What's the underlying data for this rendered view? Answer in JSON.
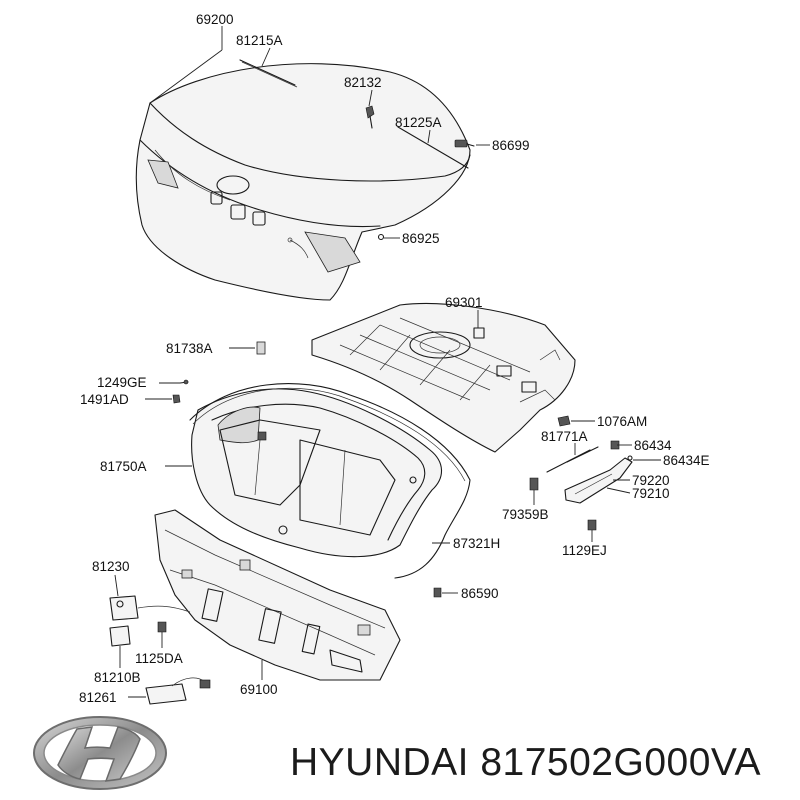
{
  "diagram": {
    "part_labels": {
      "p69200": "69200",
      "p81215A": "81215A",
      "p82132": "82132",
      "p81225A": "81225A",
      "p86699": "86699",
      "p86925": "86925",
      "p69301": "69301",
      "p81738A": "81738A",
      "p1249GE": "1249GE",
      "p1491AD": "1491AD",
      "p1076AM": "1076AM",
      "p81771A": "81771A",
      "p86434": "86434",
      "p86434E": "86434E",
      "p79220": "79220",
      "p79210": "79210",
      "p81750A": "81750A",
      "p79359B": "79359B",
      "p87321H": "87321H",
      "p1129EJ": "1129EJ",
      "p81230": "81230",
      "p86590": "86590",
      "p1125DA": "1125DA",
      "p81210B": "81210B",
      "p69100": "69100",
      "p81261": "81261"
    }
  },
  "footer": {
    "title": "HYUNDAI 817502G000VA",
    "logo_icon": "hyundai-logo-icon"
  },
  "colors": {
    "line": "#1a1a1a",
    "panel_fill": "#f4f4f4",
    "logo_silver": "#9a9a9a"
  }
}
